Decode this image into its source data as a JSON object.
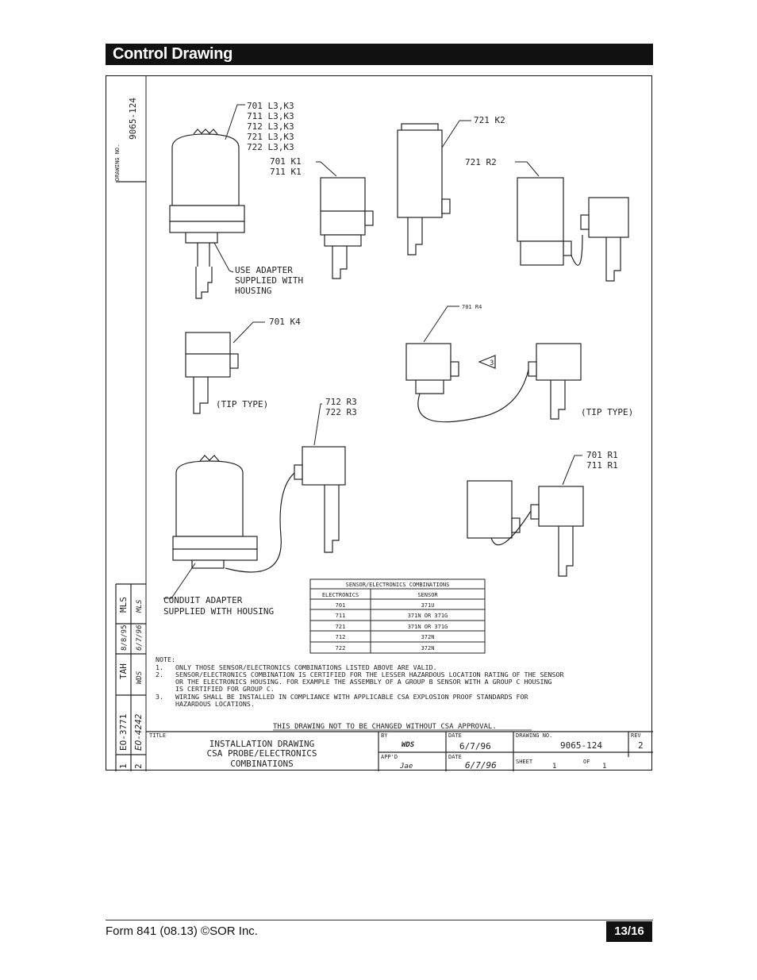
{
  "header": {
    "title": "Control Drawing"
  },
  "drawing": {
    "drawing_no_label": "DRAWING NO.",
    "drawing_no": "9065-124",
    "labels": {
      "model_group_l3": [
        "701 L3,K3",
        "711 L3,K3",
        "712 L3,K3",
        "721 L3,K3",
        "722 L3,K3"
      ],
      "k1": [
        "701 K1",
        "711 K1"
      ],
      "k2": "721 K2",
      "r2": "721 R2",
      "adapter": [
        "USE ADAPTER",
        "SUPPLIED WITH",
        "HOUSING"
      ],
      "k4": "701 K4",
      "r4": "701 R4",
      "tip_type": "(TIP TYPE)",
      "tip_type_2": "(TIP TYPE)",
      "r3": [
        "712 R3",
        "722 R3"
      ],
      "r1": [
        "701 R1",
        "711 R1"
      ],
      "conduit": [
        "CONDUIT ADAPTER",
        "SUPPLIED WITH HOUSING"
      ],
      "triangle_num": "3"
    },
    "table": {
      "title": "SENSOR/ELECTRONICS COMBINATIONS",
      "headers": [
        "ELECTRONICS",
        "SENSOR"
      ],
      "rows": [
        [
          "701",
          "371U"
        ],
        [
          "711",
          "371N OR 371G"
        ],
        [
          "721",
          "371N OR 371G"
        ],
        [
          "712",
          "372N"
        ],
        [
          "722",
          "372N"
        ]
      ]
    },
    "notes": [
      "NOTE:",
      "1.   ONLY THOSE SENSOR/ELECTRONICS COMBINATIONS LISTED ABOVE ARE VALID.",
      "2.   SENSOR/ELECTRONICS COMBINATION IS CERTIFIED FOR THE LESSER HAZARDOUS LOCATION RATING OF THE SENSOR",
      "     OR THE ELECTRONICS HOUSING. FOR EXAMPLE THE ASSEMBLY OF A GROUP B SENSOR WITH A GROUP C HOUSING",
      "     IS CERTIFIED FOR GROUP C.",
      "3.   WIRING SHALL BE INSTALLED IN COMPLIANCE WITH APPLICABLE CSA EXPLOSION PROOF STANDARDS FOR",
      "     HAZARDOUS LOCATIONS."
    ],
    "csa_notice": "THIS DRAWING NOT TO BE CHANGED WITHOUT CSA APPROVAL.",
    "title_block": {
      "title_label": "TITLE",
      "title_lines": [
        "INSTALLATION DRAWING",
        "CSA PROBE/ELECTRONICS",
        "COMBINATIONS"
      ],
      "by_label": "BY",
      "by": "WDS",
      "date_label": "DATE",
      "date": "6/7/96",
      "appd_label": "APP'D",
      "appd": "Jae",
      "date2_label": "DATE",
      "date2": "6/7/96",
      "drawing_label": "DRAWING NO.",
      "drawing_no": "9065-124",
      "rev_label": "REV",
      "rev": "2",
      "sheet_label": "SHEET",
      "sheet": "1",
      "of_label": "OF",
      "of": "1"
    },
    "revisions": [
      {
        "num": "1",
        "eo": "EO-3771",
        "by": "TAH",
        "date": "8/8/95",
        "appr": "MLS"
      },
      {
        "num": "2",
        "eo": "EO-4242",
        "by": "WDS",
        "date": "6/7/96",
        "appr": "MLS"
      }
    ]
  },
  "footer": {
    "form": "Form 841 (08.13) ©SOR Inc.",
    "page": "13/16"
  }
}
